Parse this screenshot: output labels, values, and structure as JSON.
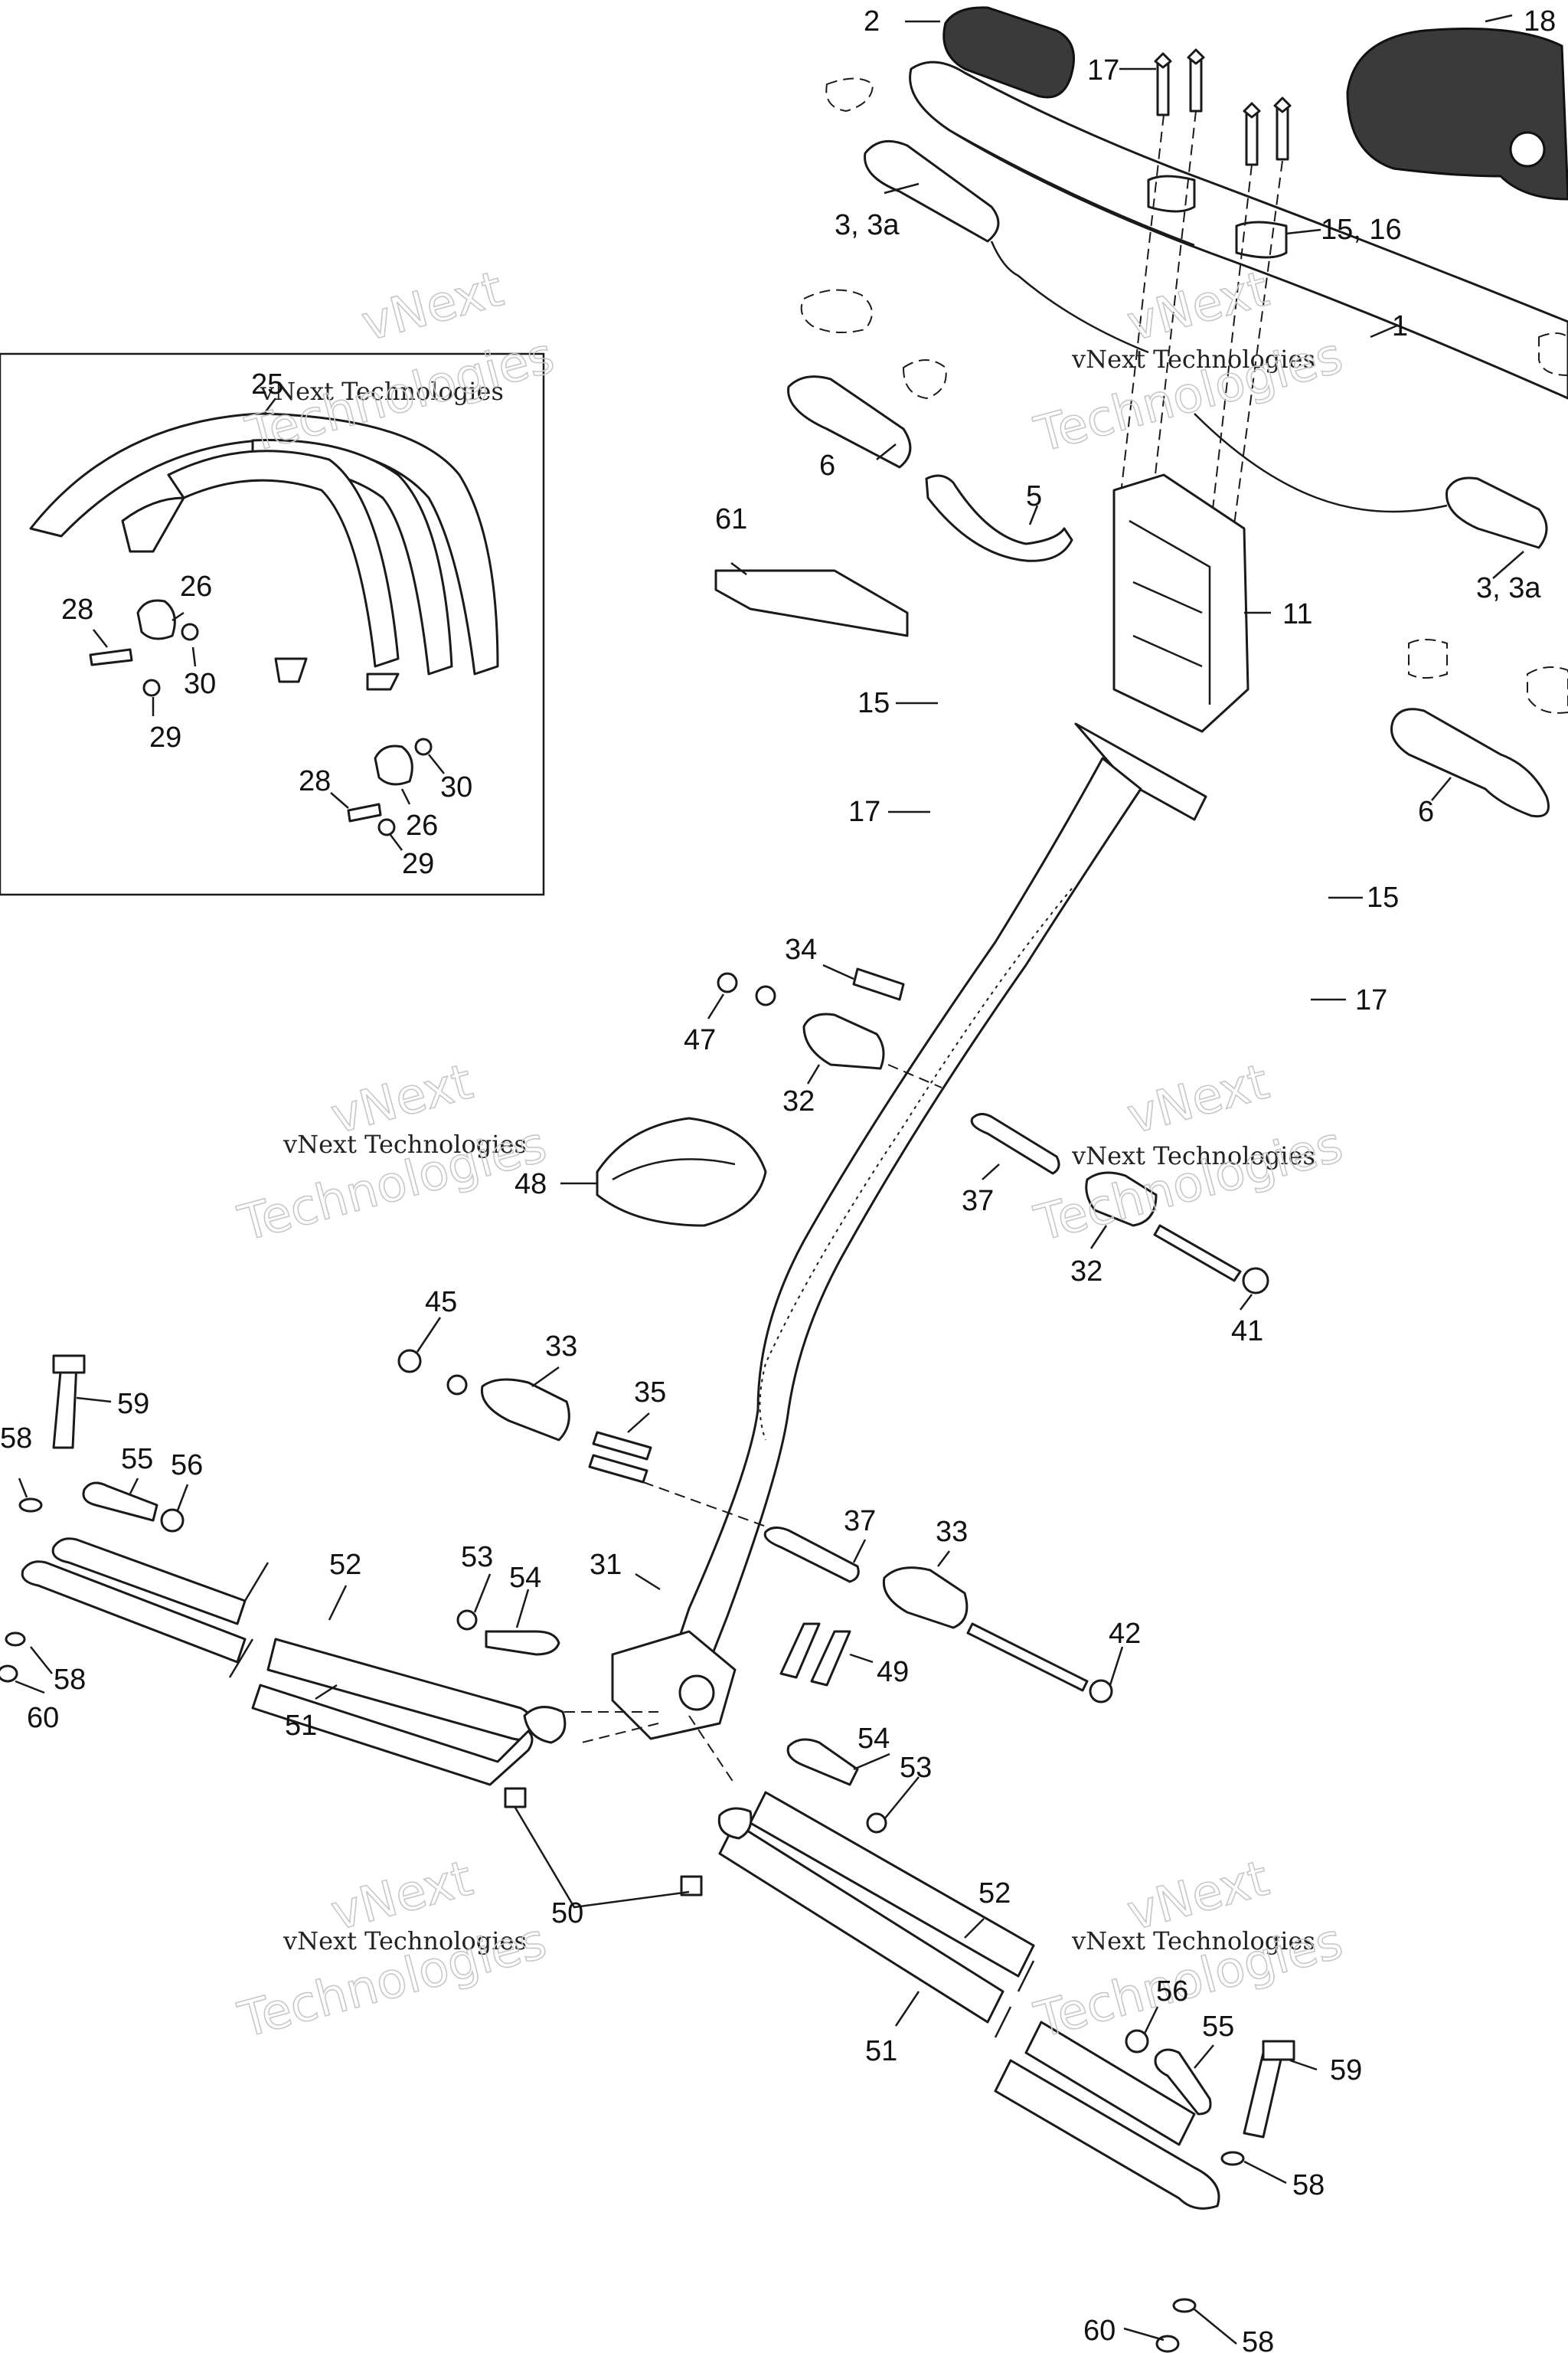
{
  "callouts": {
    "c2": "2",
    "c18": "18",
    "c17a": "17",
    "c3a": "3, 3a",
    "c1516": "15, 16",
    "c1": "1",
    "c6a": "6",
    "c5": "5",
    "c61": "61",
    "c11": "11",
    "c3b": "3, 3a",
    "c6b": "6",
    "c15a": "15",
    "c17b": "17",
    "c15b": "15",
    "c17c": "17",
    "c25": "25",
    "c28a": "28",
    "c26a": "26",
    "c30a": "30",
    "c29a": "29",
    "c28b": "28",
    "c26b": "26",
    "c30b": "30",
    "c29b": "29",
    "c34": "34",
    "c47": "47",
    "c32a": "32",
    "c48": "48",
    "c37a": "37",
    "c32b": "32",
    "c41": "41",
    "c45": "45",
    "c33a": "33",
    "c35": "35",
    "c59a": "59",
    "c58a": "58",
    "c55a": "55",
    "c56a": "56",
    "c52a": "52",
    "c53a": "53",
    "c54a": "54",
    "c31": "31",
    "c37b": "37",
    "c33b": "33",
    "c42": "42",
    "c49": "49",
    "c58b": "58",
    "c51a": "51",
    "c60a": "60",
    "c54b": "54",
    "c53b": "53",
    "c50": "50",
    "c52b": "52",
    "c51b": "51",
    "c56b": "56",
    "c55b": "55",
    "c59b": "59",
    "c58c": "58",
    "c60b": "60",
    "c58d": "58"
  },
  "watermark": {
    "line1": "vNext",
    "line2": "vNext Technologies",
    "line3": "Technologies"
  }
}
